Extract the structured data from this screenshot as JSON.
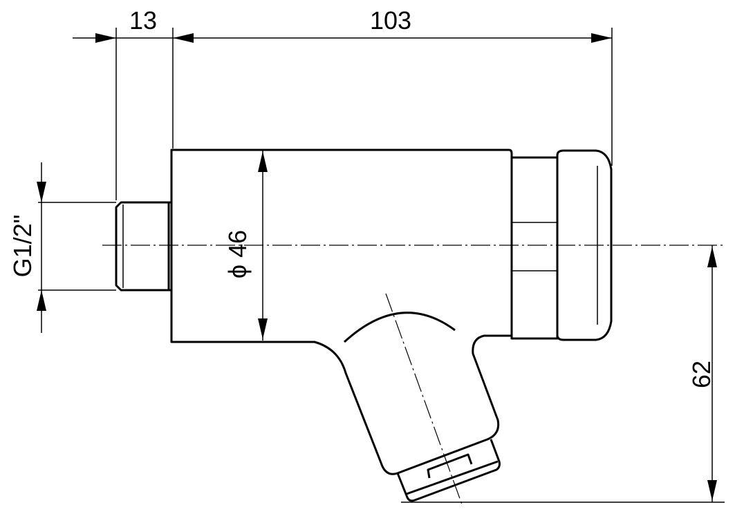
{
  "dimensions": {
    "thread_length": "13",
    "overall_length": "103",
    "thread_size": "G1/2\"",
    "body_diameter": "ϕ 46",
    "outlet_height": "62"
  },
  "colors": {
    "line": "#000000",
    "background": "#ffffff"
  }
}
